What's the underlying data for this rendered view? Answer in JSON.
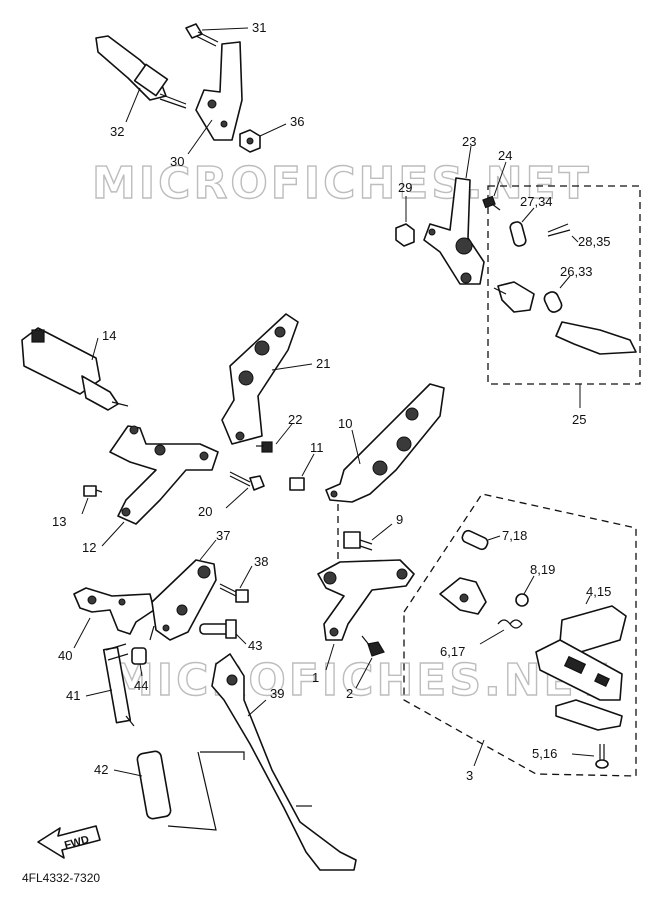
{
  "watermark": "MICROFICHES.NET",
  "diagram_code": "4FL4332-7320",
  "fwd_label": "FWD",
  "callouts": {
    "c1": "1",
    "c2": "2",
    "c3": "3",
    "c4_15": "4,15",
    "c5_16": "5,16",
    "c6_17": "6,17",
    "c7_18": "7,18",
    "c8_19": "8,19",
    "c9": "9",
    "c10": "10",
    "c11": "11",
    "c12": "12",
    "c13": "13",
    "c14": "14",
    "c20": "20",
    "c21": "21",
    "c22": "22",
    "c23": "23",
    "c24": "24",
    "c25": "25",
    "c26_33": "26,33",
    "c27_34": "27,34",
    "c28_35": "28,35",
    "c29": "29",
    "c30": "30",
    "c31": "31",
    "c32": "32",
    "c36": "36",
    "c37": "37",
    "c38": "38",
    "c39": "39",
    "c40": "40",
    "c41": "41",
    "c42": "42",
    "c43": "43",
    "c44": "44"
  }
}
